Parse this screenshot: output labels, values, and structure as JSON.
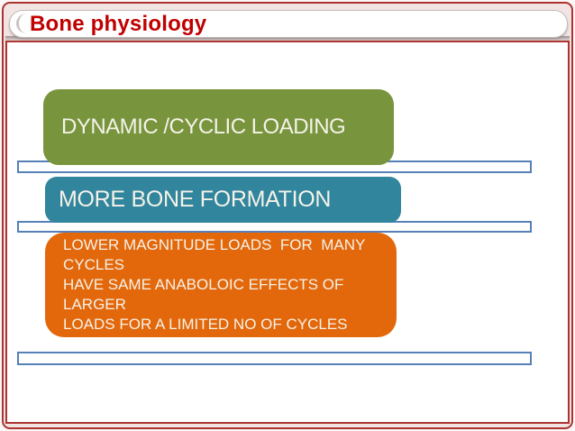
{
  "slide": {
    "title": "Bone physiology",
    "shapes": [
      {
        "name": "dynamic-cyclic-loading",
        "label": "DYNAMIC /CYCLIC LOADING",
        "color": "#78953D"
      },
      {
        "name": "more-bone-formation",
        "label": "MORE BONE FORMATION",
        "color": "#31859C"
      },
      {
        "name": "lower-magnitude-loads",
        "label": "LOWER MAGNITUDE LOADS  FOR  MANY CYCLES\nHAVE SAME ANABOLOIC EFFECTS OF LARGER\nLOADS FOR A LIMITED NO OF CYCLES",
        "color": "#E3680B"
      }
    ],
    "colors": {
      "frame_red": "#AC3331",
      "title_text": "#C00000",
      "title_band_pink": "#F2E4E3",
      "bar_border_blue": "#5580B8",
      "shape_text": "#F5F2E9"
    }
  }
}
